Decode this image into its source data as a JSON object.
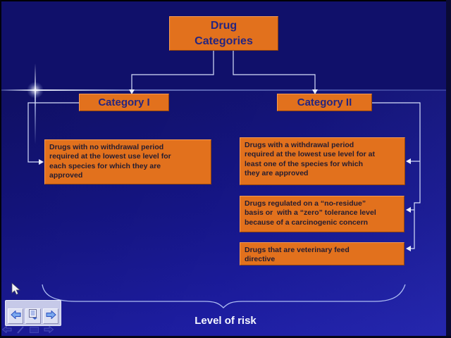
{
  "slide": {
    "title": "Drug\nCategories",
    "category1": {
      "label": "Category I",
      "description": "Drugs with no withdrawal period\nrequired at the lowest use level for\neach species for which they are\napproved"
    },
    "category2": {
      "label": "Category II",
      "boxes": [
        "Drugs with a withdrawal period\nrequired at the lowest use level for at\nleast one of the species for which\nthey are approved",
        "Drugs regulated on a “no-residue”\nbasis or  with a “zero” tolerance level\nbecause of a carcinogenic concern",
        "Drugs that are veterinary feed\ndirective"
      ]
    },
    "brace_label": "Level of risk"
  },
  "toolbar": {
    "buttons": [
      {
        "icon": "previous-slide-arrow"
      },
      {
        "icon": "slide-navigation-menu"
      },
      {
        "icon": "next-slide-arrow"
      }
    ]
  },
  "ghost_icons": [
    "previous-arrow",
    "pen",
    "slide",
    "next-arrow"
  ],
  "colors": {
    "box_orange": "#e2711d",
    "bg_top": "#10106a",
    "bg_bottom": "#1e1ea4",
    "connector": "#d6defa",
    "header_text": "#252580",
    "body_text": "#241c30",
    "label_white": "#f5f7ff"
  }
}
